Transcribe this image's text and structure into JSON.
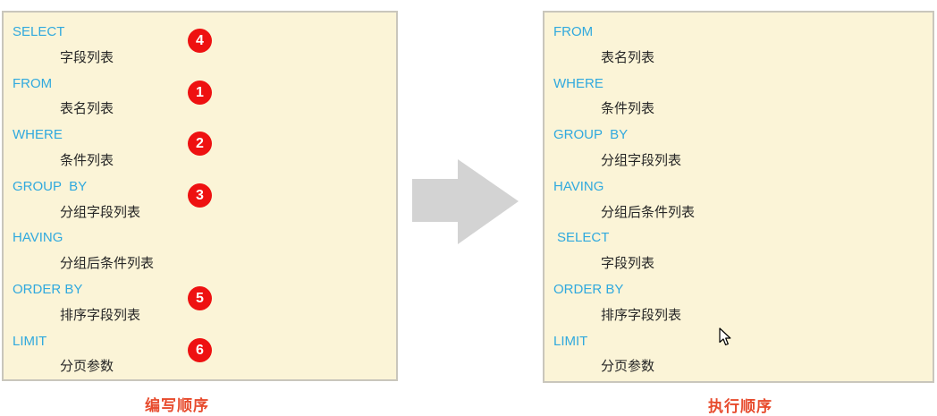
{
  "panels": [
    {
      "name": "write-order",
      "caption": "编写顺序",
      "items": [
        {
          "keyword": "SELECT",
          "detail": "字段列表",
          "badge": "4"
        },
        {
          "keyword": "FROM",
          "detail": "表名列表",
          "badge": "1"
        },
        {
          "keyword": "WHERE",
          "detail": "条件列表",
          "badge": "2"
        },
        {
          "keyword": "GROUP  BY",
          "detail": "分组字段列表",
          "badge": "3"
        },
        {
          "keyword": "HAVING",
          "detail": "分组后条件列表",
          "badge": ""
        },
        {
          "keyword": "ORDER BY",
          "detail": "排序字段列表",
          "badge": "5"
        },
        {
          "keyword": "LIMIT",
          "detail": "分页参数",
          "badge": "6"
        }
      ]
    },
    {
      "name": "exec-order",
      "caption": "执行顺序",
      "items": [
        {
          "keyword": "FROM",
          "detail": "表名列表"
        },
        {
          "keyword": "WHERE",
          "detail": "条件列表"
        },
        {
          "keyword": "GROUP  BY",
          "detail": "分组字段列表"
        },
        {
          "keyword": "HAVING",
          "detail": "分组后条件列表"
        },
        {
          "keyword": "SELECT",
          "detail": "字段列表"
        },
        {
          "keyword": "ORDER BY",
          "detail": "排序字段列表"
        },
        {
          "keyword": "LIMIT",
          "detail": "分页参数"
        }
      ]
    }
  ],
  "icons": {
    "arrow": "right-block-arrow",
    "cursor": "mouse-pointer"
  },
  "colors": {
    "panel_bg": "#fbf4d7",
    "panel_border": "#c9c6bc",
    "keyword_cyan": "#30a9de",
    "detail_text": "#262626",
    "badge_red": "#ee1111",
    "caption_red": "#e74b2d",
    "arrow_gray": "#d3d3d3"
  }
}
